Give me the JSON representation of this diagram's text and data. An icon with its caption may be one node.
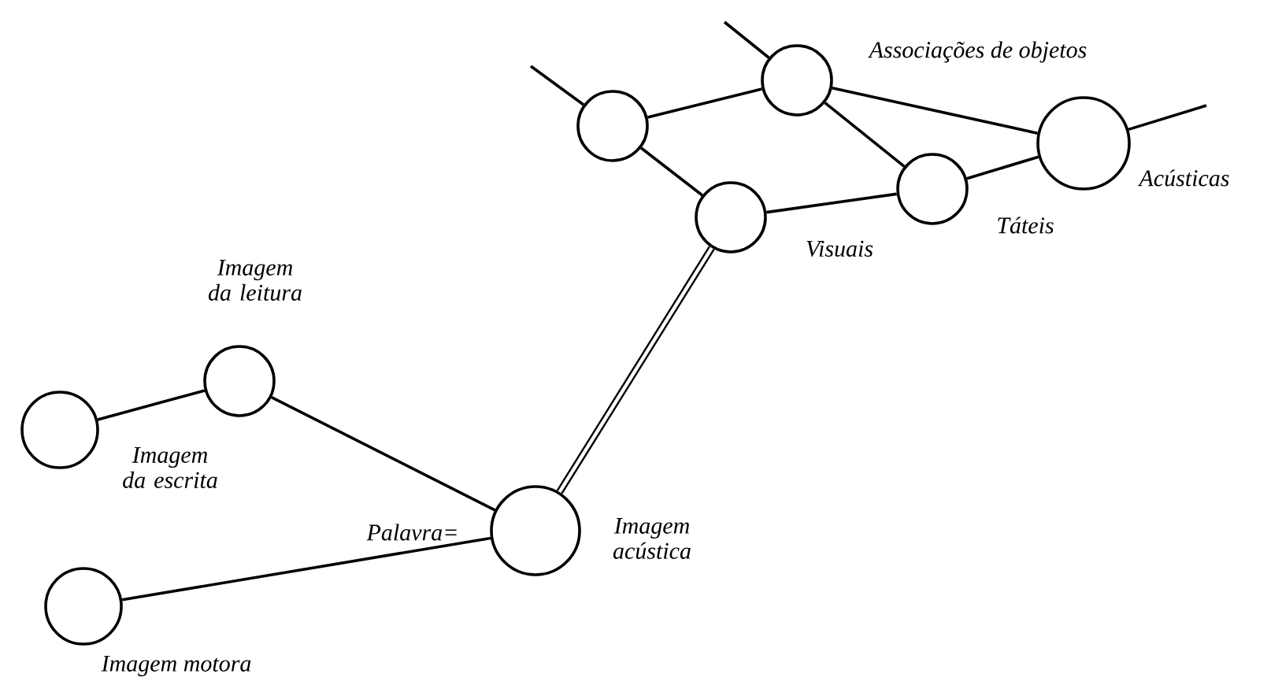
{
  "diagram": {
    "nodes": [
      {
        "text": [],
        "shape": "circle",
        "beside": [
          "Imagem da leitura"
        ]
      },
      {
        "text": [],
        "shape": "circle",
        "beside": [
          "Imagem da escrita"
        ]
      },
      {
        "text": [],
        "shape": "circle",
        "beside": [
          "Imagem motora"
        ]
      },
      {
        "text": [],
        "shape": "circle",
        "beside": [
          "Palavra=",
          "Imagem acústica"
        ]
      },
      {
        "text": [],
        "shape": "circle"
      },
      {
        "text": [],
        "shape": "circle",
        "beside": [
          "Associações de objetos"
        ]
      },
      {
        "text": [],
        "shape": "circle",
        "beside": [
          "Visuais"
        ]
      },
      {
        "text": [],
        "shape": "circle",
        "beside": [
          "Táteis"
        ]
      },
      {
        "text": [],
        "shape": "circle",
        "beside": [
          "Acústicas"
        ]
      }
    ],
    "edges": [
      {
        "from": 0,
        "to": 1,
        "arrow": "none"
      },
      {
        "from": 0,
        "to": 3,
        "arrow": "none"
      },
      {
        "from": 2,
        "to": 3,
        "arrow": "none"
      },
      {
        "from": 3,
        "to": 6,
        "arrow": "none",
        "style": "thick"
      },
      {
        "from": 4,
        "to": 5,
        "arrow": "none"
      },
      {
        "from": 4,
        "to": 6,
        "arrow": "none"
      },
      {
        "from": 5,
        "to": 7,
        "arrow": "none"
      },
      {
        "from": 5,
        "to": 8,
        "arrow": "none"
      },
      {
        "from": 6,
        "to": 7,
        "arrow": "none"
      },
      {
        "from": 7,
        "to": 8,
        "arrow": "none"
      },
      {
        "from": 4,
        "to": null,
        "arrow": "none"
      },
      {
        "from": 5,
        "to": null,
        "arrow": "none"
      },
      {
        "from": 8,
        "to": null,
        "arrow": "none"
      }
    ]
  }
}
